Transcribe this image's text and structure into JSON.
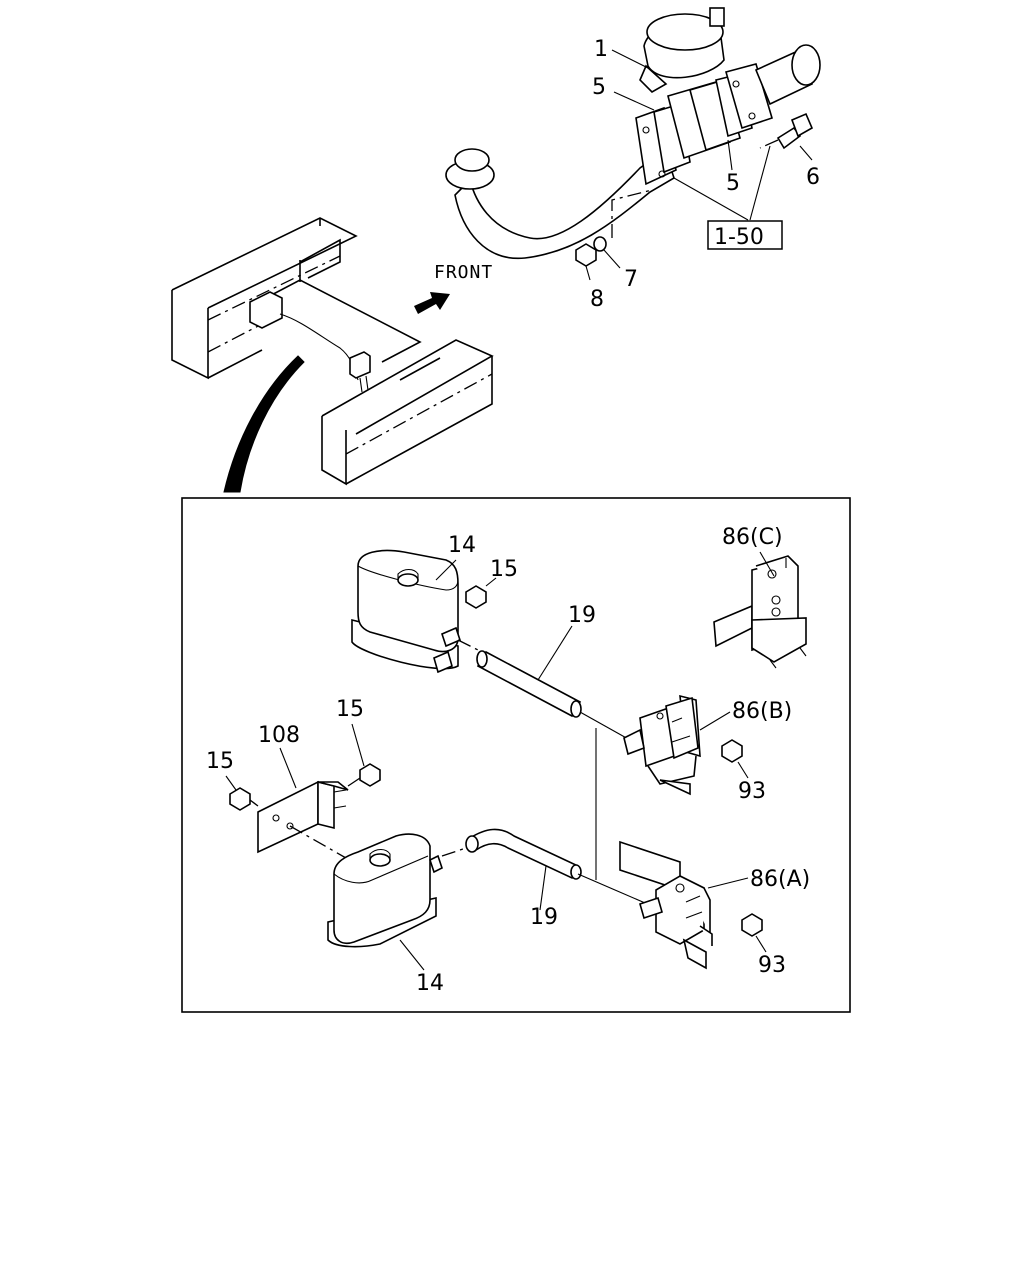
{
  "direction_label": "FRONT",
  "callouts": {
    "valve": "1",
    "gasket_left": "5",
    "gasket_right": "5",
    "bolt": "6",
    "washer": "7",
    "nut_top": "8",
    "group_ref": "1-50",
    "tank_upper": "14",
    "tank_lower": "14",
    "nut_tank_upper": "15",
    "nut_bracket_a": "15",
    "nut_bracket_b": "15",
    "hose_upper": "19",
    "hose_lower": "19",
    "bracket": "108",
    "valve_c": "86(C)",
    "valve_b": "86(B)",
    "valve_a": "86(A)",
    "nut_valve_b": "93",
    "nut_valve_a": "93"
  }
}
